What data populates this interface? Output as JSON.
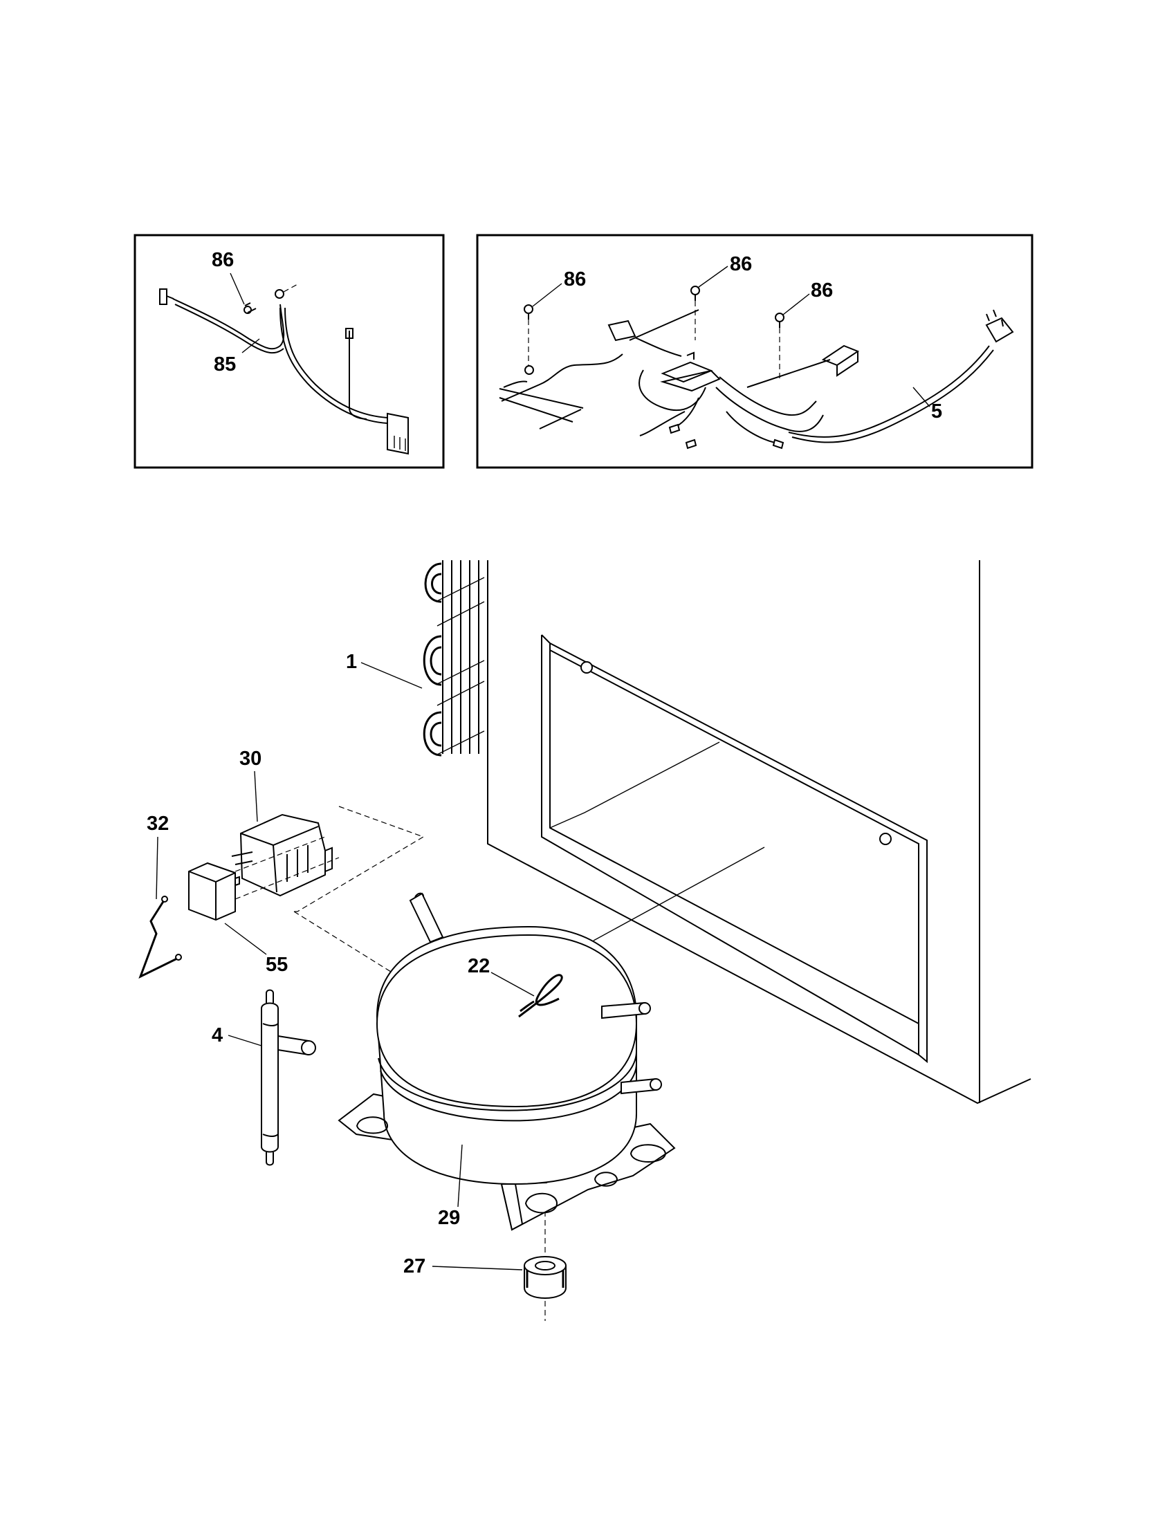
{
  "diagram": {
    "inset_left": {
      "callouts": [
        {
          "id": "c86a",
          "label": "86"
        },
        {
          "id": "c85",
          "label": "85"
        }
      ]
    },
    "inset_right": {
      "callouts": [
        {
          "id": "c86b",
          "label": "86"
        },
        {
          "id": "c86c",
          "label": "86"
        },
        {
          "id": "c86d",
          "label": "86"
        },
        {
          "id": "c5",
          "label": "5"
        }
      ]
    },
    "main": {
      "callouts": [
        {
          "id": "c1",
          "label": "1"
        },
        {
          "id": "c30",
          "label": "30"
        },
        {
          "id": "c32",
          "label": "32"
        },
        {
          "id": "c55",
          "label": "55"
        },
        {
          "id": "c22",
          "label": "22"
        },
        {
          "id": "c4",
          "label": "4"
        },
        {
          "id": "c29",
          "label": "29"
        },
        {
          "id": "c27",
          "label": "27"
        }
      ]
    }
  }
}
